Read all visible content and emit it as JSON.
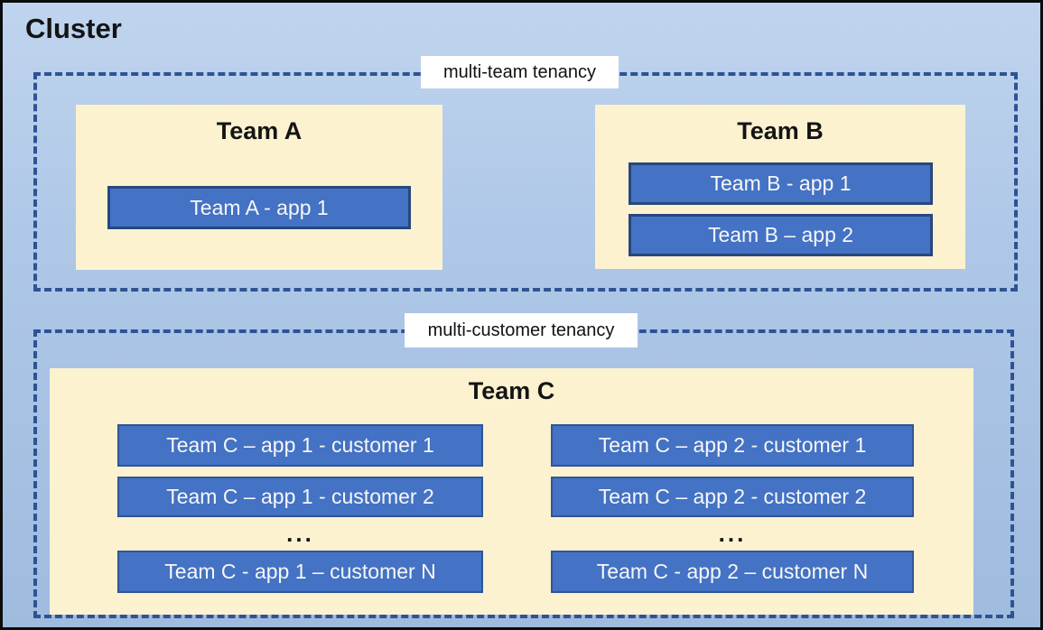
{
  "cluster": {
    "title": "Cluster"
  },
  "sections": [
    {
      "label": "multi-team tenancy",
      "teams": [
        {
          "name": "Team A",
          "apps": [
            "Team A - app 1"
          ]
        },
        {
          "name": "Team B",
          "apps": [
            "Team B - app 1",
            "Team B – app 2"
          ]
        }
      ]
    },
    {
      "label": "multi-customer tenancy",
      "teams": [
        {
          "name": "Team C",
          "columns": [
            {
              "apps": [
                "Team C – app 1 - customer 1",
                "Team C – app 1 - customer 2"
              ],
              "ellipsis": "...",
              "last_app": "Team C - app 1 – customer N"
            },
            {
              "apps": [
                "Team C – app 2 - customer 1",
                "Team C – app 2 - customer 2"
              ],
              "ellipsis": "...",
              "last_app": "Team C - app 2 – customer N"
            }
          ]
        }
      ]
    }
  ],
  "colors": {
    "background_top": "#bfd4ee",
    "background_bottom": "#9fbbde",
    "panel_cream": "#fdf2d0",
    "app_blue": "#4472c4",
    "app_border_dark": "#27477e",
    "app_border_light": "#2f5597",
    "dashed_border": "#2e5395",
    "outer_border": "#0c0c0c",
    "label_background": "#ffffff"
  }
}
